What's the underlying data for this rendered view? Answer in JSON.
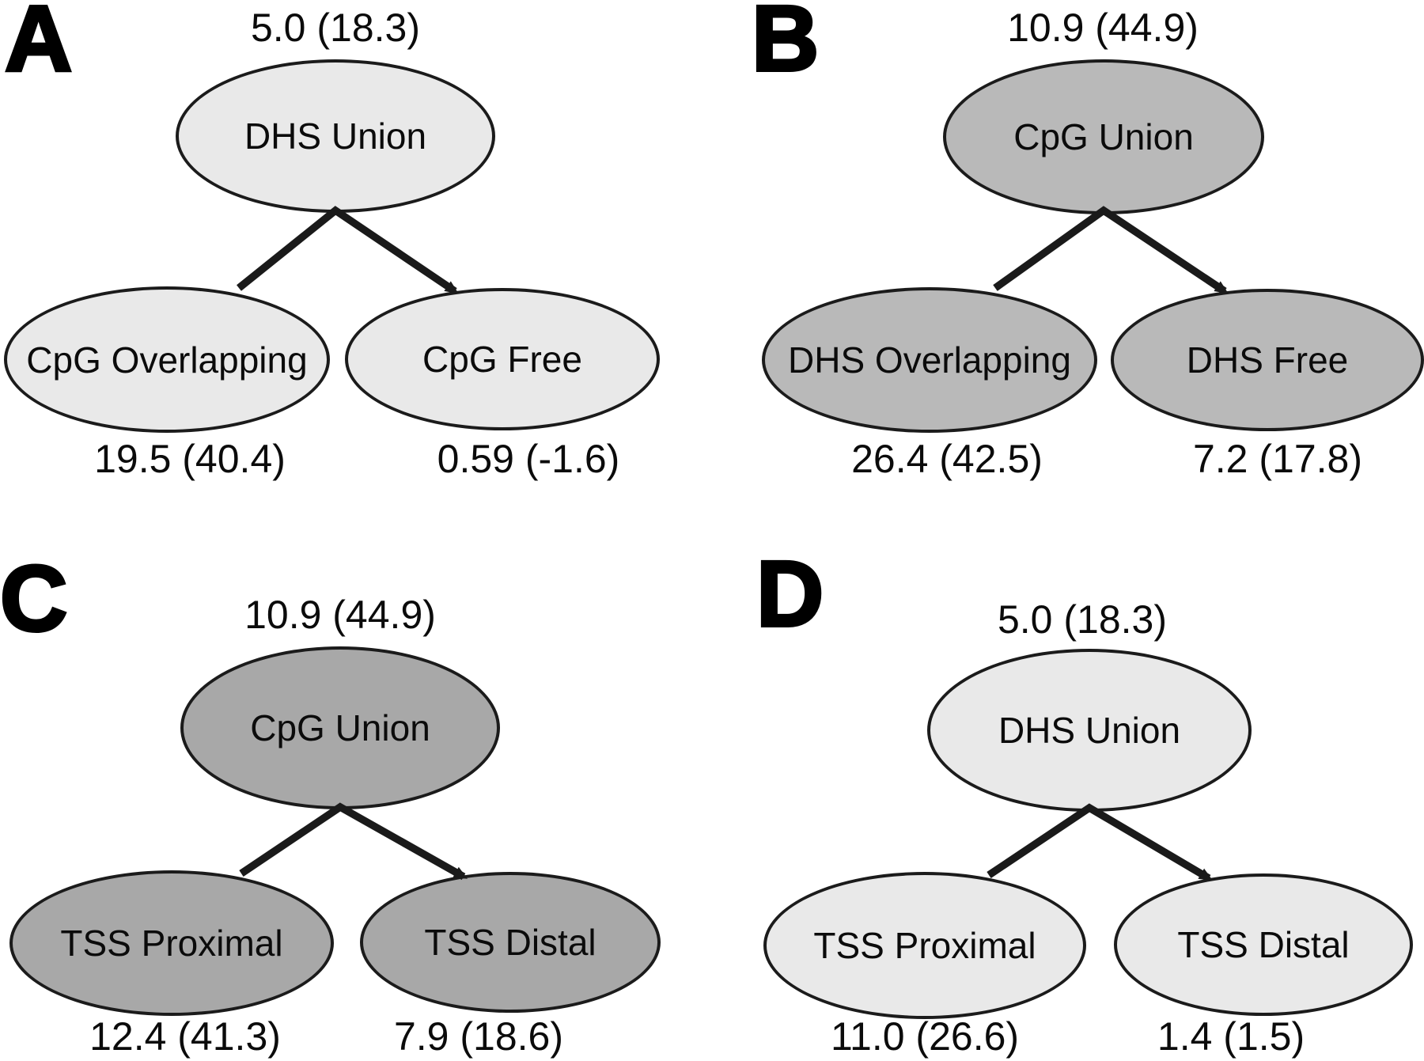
{
  "colors": {
    "background": "#ffffff",
    "edge": "#1a1a1a",
    "node_border": "#1b1b1b",
    "text": "#0b0b0b",
    "light_gray_fill": "#e9e9e9",
    "medium_gray_fill": "#b9b9b9",
    "dark_gray_fill": "#a8a8a8"
  },
  "panels": [
    {
      "label": "A",
      "node_fill": "#e9e9e9",
      "root": {
        "name": "DHS Union",
        "value": "5.0 (18.3)"
      },
      "children": [
        {
          "name": "CpG Overlapping",
          "value": "19.5 (40.4)"
        },
        {
          "name": "CpG Free",
          "value": "0.59 (-1.6)"
        }
      ]
    },
    {
      "label": "B",
      "node_fill": "#b9b9b9",
      "root": {
        "name": "CpG Union",
        "value": "10.9 (44.9)"
      },
      "children": [
        {
          "name": "DHS Overlapping",
          "value": "26.4 (42.5)"
        },
        {
          "name": "DHS Free",
          "value": "7.2 (17.8)"
        }
      ]
    },
    {
      "label": "C",
      "node_fill": "#a8a8a8",
      "root": {
        "name": "CpG Union",
        "value": "10.9 (44.9)"
      },
      "children": [
        {
          "name": "TSS Proximal",
          "value": "12.4 (41.3)"
        },
        {
          "name": "TSS Distal",
          "value": "7.9 (18.6)"
        }
      ]
    },
    {
      "label": "D",
      "node_fill": "#e9e9e9",
      "root": {
        "name": "DHS Union",
        "value": "5.0 (18.3)"
      },
      "children": [
        {
          "name": "TSS Proximal",
          "value": "11.0 (26.6)"
        },
        {
          "name": "TSS Distal",
          "value": "1.4 (1.5)"
        }
      ]
    }
  ]
}
